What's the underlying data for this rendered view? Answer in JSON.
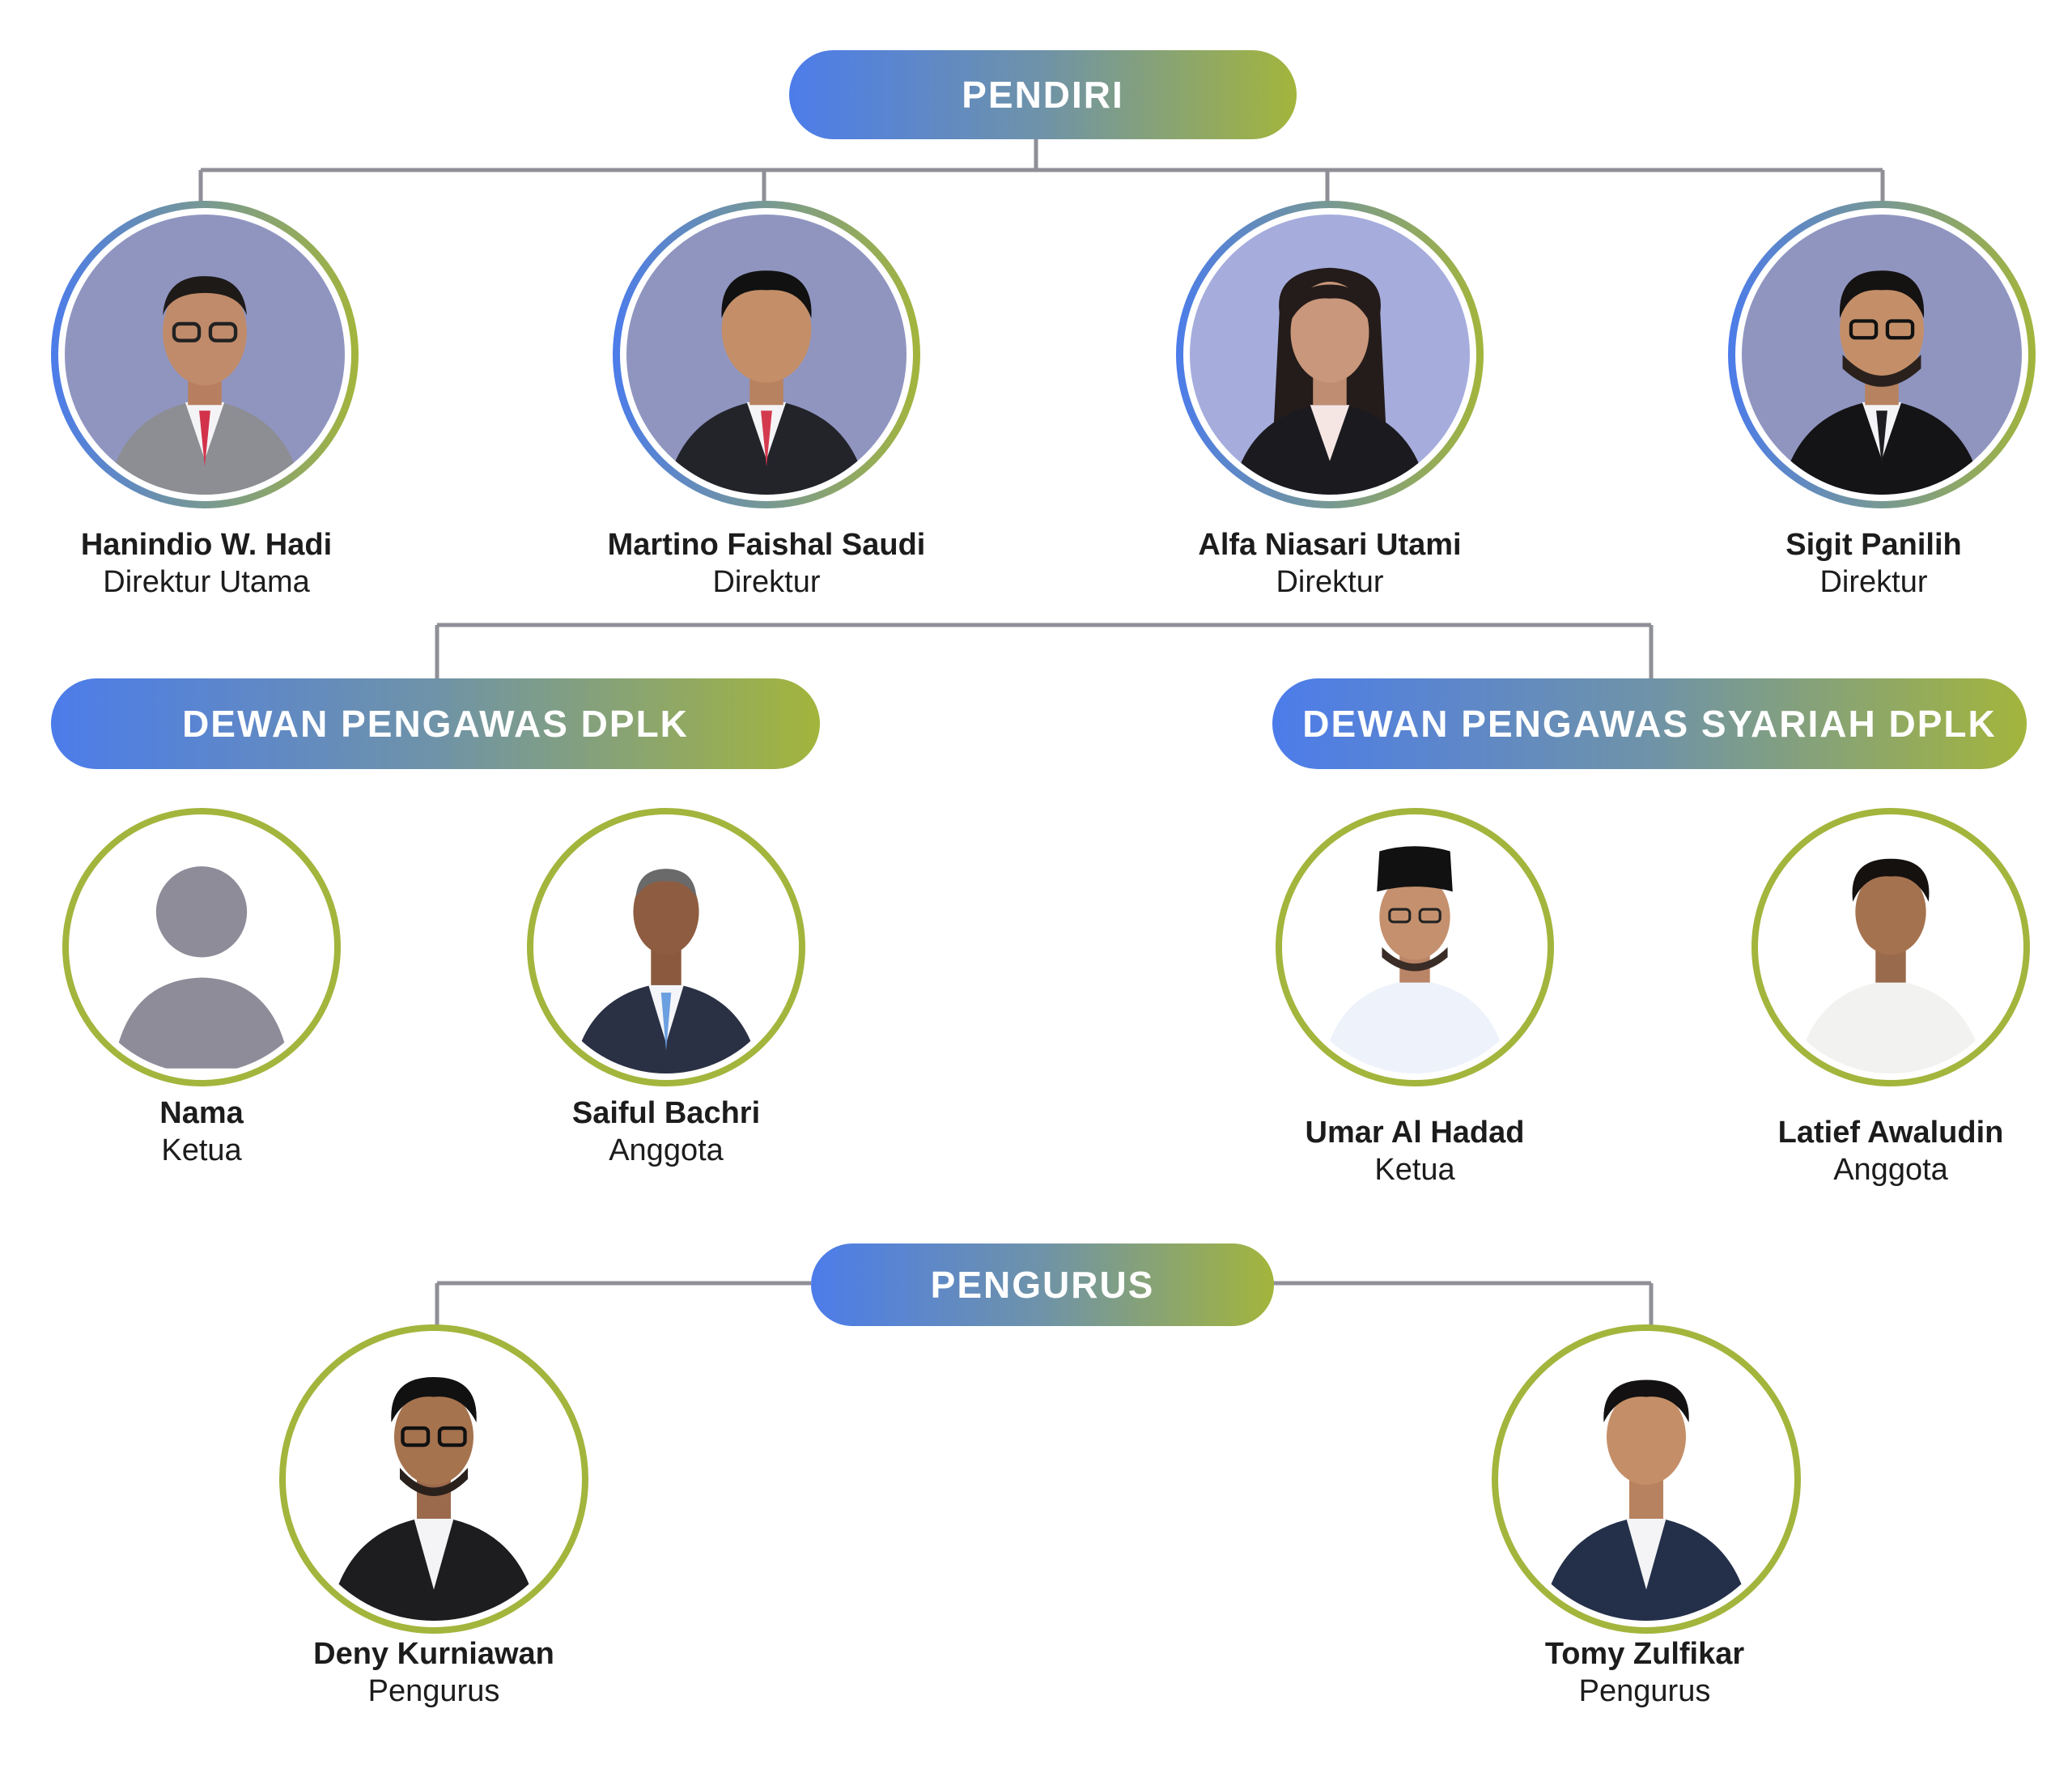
{
  "sections": {
    "pendiri": "PENDIRI",
    "dewan_pengawas": "DEWAN PENGAWAS DPLK",
    "dewan_pengawas_syariah": "DEWAN PENGAWAS SYARIAH DPLK",
    "pengurus": "PENGURUS"
  },
  "pendiri_members": [
    {
      "name": "Hanindio W. Hadi",
      "role": "Direktur Utama"
    },
    {
      "name": "Martino Faishal Saudi",
      "role": "Direktur"
    },
    {
      "name": "Alfa Niasari Utami",
      "role": "Direktur"
    },
    {
      "name": "Sigit Panilih",
      "role": "Direktur"
    }
  ],
  "dewan_pengawas_members": [
    {
      "name": "Nama",
      "role": "Ketua"
    },
    {
      "name": "Saiful Bachri",
      "role": "Anggota"
    }
  ],
  "dewan_pengawas_syariah_members": [
    {
      "name": "Umar Al Hadad",
      "role": "Ketua"
    },
    {
      "name": "Latief Awaludin",
      "role": "Anggota"
    }
  ],
  "pengurus_members": [
    {
      "name": "Deny Kurniawan",
      "role": "Pengurus"
    },
    {
      "name": "Tomy Zulfikar",
      "role": "Pengurus"
    }
  ],
  "colors": {
    "gradient_start": "#4c7cea",
    "gradient_end": "#a3b53c",
    "connector": "#8f8f97",
    "ring_olive": "#a3b53c",
    "photo_bg": "#9095c0"
  }
}
